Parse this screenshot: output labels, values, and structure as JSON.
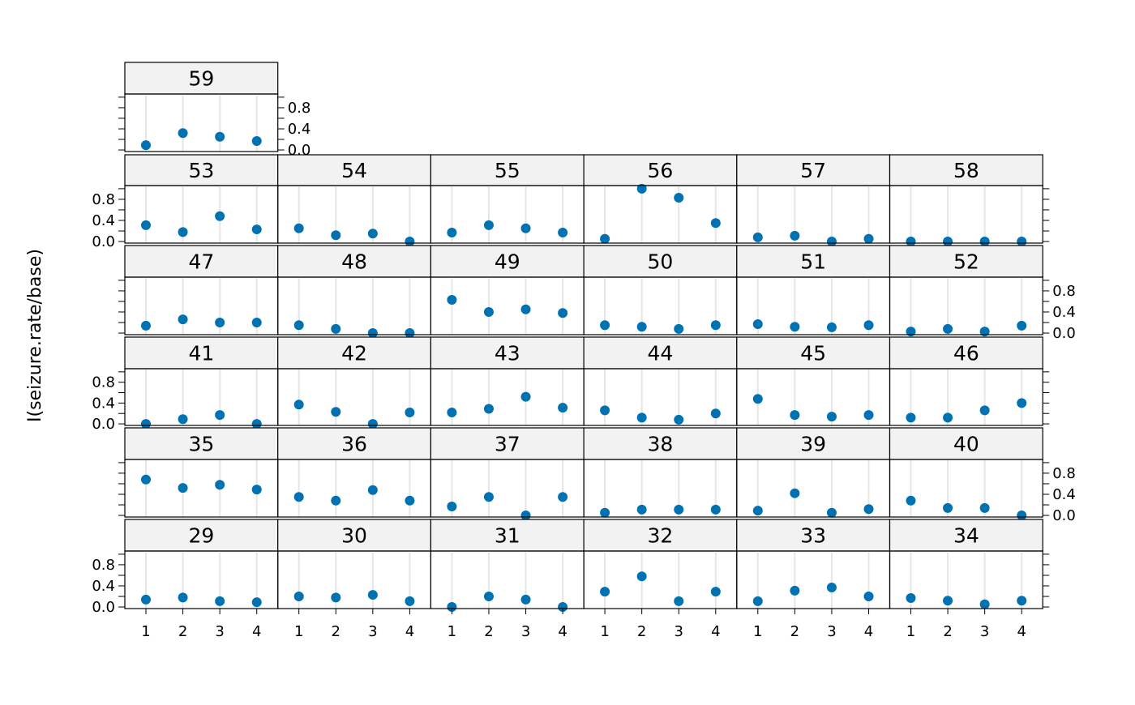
{
  "chart_data": {
    "type": "scatter",
    "title": "",
    "xlabel": "",
    "ylabel": "I(seizure.rate/base)",
    "x": [
      1,
      2,
      3,
      4
    ],
    "x_tick_labels": [
      "1",
      "2",
      "3",
      "4"
    ],
    "ylim": [
      -0.03,
      1.06
    ],
    "y_tick_labels": [
      "0.0",
      "0.4",
      "0.8"
    ],
    "y_ticks": [
      0,
      0.4,
      0.8
    ],
    "point_color": "#0072B2",
    "strip_color": "#F2F2F2",
    "grid": "vertical",
    "layout_rows": [
      [
        "59"
      ],
      [
        "53",
        "54",
        "55",
        "56",
        "57",
        "58"
      ],
      [
        "47",
        "48",
        "49",
        "50",
        "51",
        "52"
      ],
      [
        "41",
        "42",
        "43",
        "44",
        "45",
        "46"
      ],
      [
        "35",
        "36",
        "37",
        "38",
        "39",
        "40"
      ],
      [
        "29",
        "30",
        "31",
        "32",
        "33",
        "34"
      ]
    ],
    "panels": {
      "59": [
        0.09,
        0.32,
        0.25,
        0.17
      ],
      "53": [
        0.31,
        0.18,
        0.48,
        0.23
      ],
      "54": [
        0.25,
        0.12,
        0.15,
        0.0
      ],
      "55": [
        0.17,
        0.31,
        0.25,
        0.17
      ],
      "56": [
        0.05,
        1.0,
        0.83,
        0.35
      ],
      "57": [
        0.08,
        0.11,
        0.0,
        0.05
      ],
      "58": [
        0.0,
        0.0,
        0.0,
        0.0
      ],
      "47": [
        0.14,
        0.26,
        0.2,
        0.2
      ],
      "48": [
        0.15,
        0.08,
        0.0,
        0.0
      ],
      "49": [
        0.63,
        0.4,
        0.45,
        0.38
      ],
      "50": [
        0.15,
        0.12,
        0.08,
        0.15
      ],
      "51": [
        0.17,
        0.12,
        0.11,
        0.15
      ],
      "52": [
        0.03,
        0.08,
        0.03,
        0.14
      ],
      "41": [
        0.0,
        0.09,
        0.17,
        0.0
      ],
      "42": [
        0.37,
        0.23,
        0.0,
        0.22
      ],
      "43": [
        0.22,
        0.29,
        0.52,
        0.31
      ],
      "44": [
        0.26,
        0.12,
        0.08,
        0.2
      ],
      "45": [
        0.48,
        0.17,
        0.14,
        0.17
      ],
      "46": [
        0.12,
        0.12,
        0.26,
        0.4
      ],
      "35": [
        0.68,
        0.52,
        0.58,
        0.49
      ],
      "36": [
        0.35,
        0.28,
        0.48,
        0.28
      ],
      "37": [
        0.17,
        0.35,
        0.0,
        0.35
      ],
      "38": [
        0.05,
        0.11,
        0.11,
        0.11
      ],
      "39": [
        0.09,
        0.42,
        0.05,
        0.12
      ],
      "40": [
        0.28,
        0.14,
        0.14,
        0.0
      ],
      "29": [
        0.14,
        0.18,
        0.11,
        0.09
      ],
      "30": [
        0.2,
        0.18,
        0.23,
        0.11
      ],
      "31": [
        0.0,
        0.2,
        0.14,
        0.0
      ],
      "32": [
        0.29,
        0.58,
        0.11,
        0.29
      ],
      "33": [
        0.11,
        0.31,
        0.37,
        0.2
      ],
      "34": [
        0.17,
        0.12,
        0.05,
        0.12
      ]
    }
  }
}
